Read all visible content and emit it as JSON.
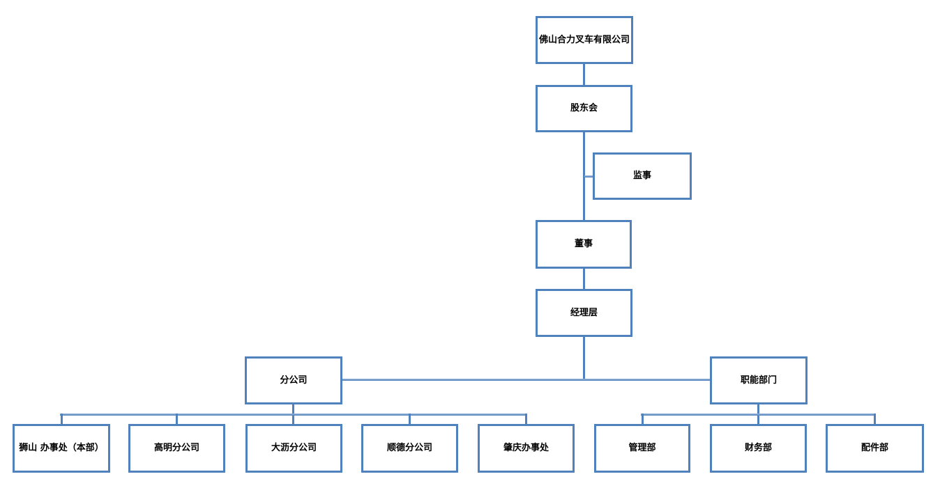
{
  "diagram": {
    "type": "org-chart",
    "accent_color": "#4f81bd",
    "background_color": "#ffffff",
    "text_color": "#000000",
    "nodes": {
      "company": {
        "label": "佛山合力叉车有限公司"
      },
      "shareholders": {
        "label": "股东会"
      },
      "supervisor": {
        "label": "监事"
      },
      "director": {
        "label": "董事"
      },
      "management": {
        "label": "经理层"
      },
      "branches": {
        "label": "分公司"
      },
      "functional": {
        "label": "职能部门"
      },
      "shishan": {
        "label": "狮山 办事处（本部）"
      },
      "gaoming": {
        "label": "高明分公司"
      },
      "dali": {
        "label": "大沥分公司"
      },
      "shunde": {
        "label": "顺德分公司"
      },
      "zhaoqing": {
        "label": "肇庆办事处"
      },
      "mgmt_dept": {
        "label": "管理部"
      },
      "finance": {
        "label": "财务部"
      },
      "parts": {
        "label": "配件部"
      }
    },
    "edges": [
      {
        "from": "company",
        "to": "shareholders"
      },
      {
        "from": "shareholders",
        "to": "supervisor"
      },
      {
        "from": "shareholders",
        "to": "director"
      },
      {
        "from": "director",
        "to": "management"
      },
      {
        "from": "management",
        "to": "branches"
      },
      {
        "from": "management",
        "to": "functional"
      },
      {
        "from": "branches",
        "to": "shishan"
      },
      {
        "from": "branches",
        "to": "gaoming"
      },
      {
        "from": "branches",
        "to": "dali"
      },
      {
        "from": "branches",
        "to": "shunde"
      },
      {
        "from": "branches",
        "to": "zhaoqing"
      },
      {
        "from": "functional",
        "to": "mgmt_dept"
      },
      {
        "from": "functional",
        "to": "finance"
      },
      {
        "from": "functional",
        "to": "parts"
      }
    ]
  }
}
